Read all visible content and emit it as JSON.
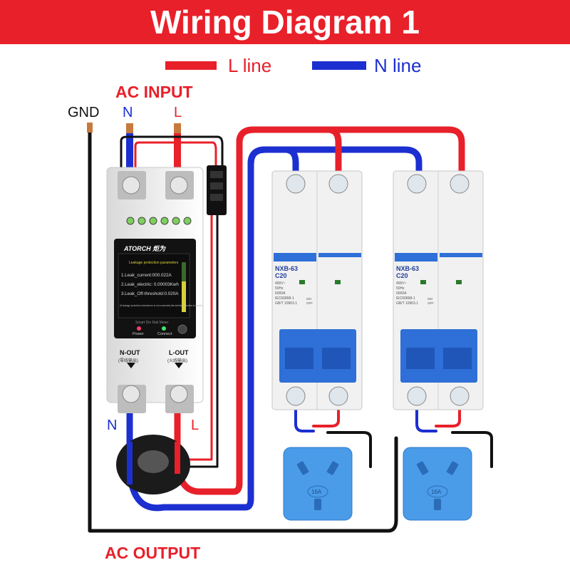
{
  "title": "Wiring Diagram 1",
  "legend": {
    "l_line": "L line",
    "n_line": "N line"
  },
  "labels": {
    "ac_input": "AC INPUT",
    "gnd": "GND",
    "n": "N",
    "l": "L",
    "ac_output": "AC OUTPUT",
    "n_out": "N",
    "l_out": "L"
  },
  "meter": {
    "brand": "ATORCH 炬为",
    "screen_header": "Leakage protection parameters",
    "line1": "1.Leak_current:000.022A",
    "line2": "2.Leak_electric: 0.00003Kwh",
    "line3": "3.Leak_Off-threshold:0.020A",
    "note": "(If leakage protection transformer is not connected,this interface function is invalid)",
    "product": "Smart Din Rail Meter",
    "power": "Power",
    "connect": "Connect",
    "n_out": "N-OUT",
    "n_out_cn": "(零线输出)",
    "l_out": "L-OUT",
    "l_out_cn": "(火线输出)"
  },
  "breakers": [
    {
      "model": "NXB-63",
      "rating": "C20",
      "spec1": "400V~",
      "spec2": "50Hz",
      "spec3": "6000A",
      "std1": "IEC60898-1",
      "std2": "GB/T 10963.1",
      "on": "ON",
      "off": "OFF"
    },
    {
      "model": "NXB-63",
      "rating": "C20",
      "spec1": "400V~",
      "spec2": "50Hz",
      "spec3": "6000A",
      "std1": "IEC60898-1",
      "std2": "GB/T 10963.1",
      "on": "ON",
      "off": "OFF"
    }
  ],
  "sockets": [
    {
      "rating": "16A"
    },
    {
      "rating": "16A"
    }
  ],
  "colors": {
    "title_bg": "#e8202a",
    "l_line": "#e8202a",
    "n_line": "#1c2fd0",
    "breaker_blue": "#2e6fd8",
    "socket_blue": "#4a9be8",
    "ground": "#111111"
  }
}
